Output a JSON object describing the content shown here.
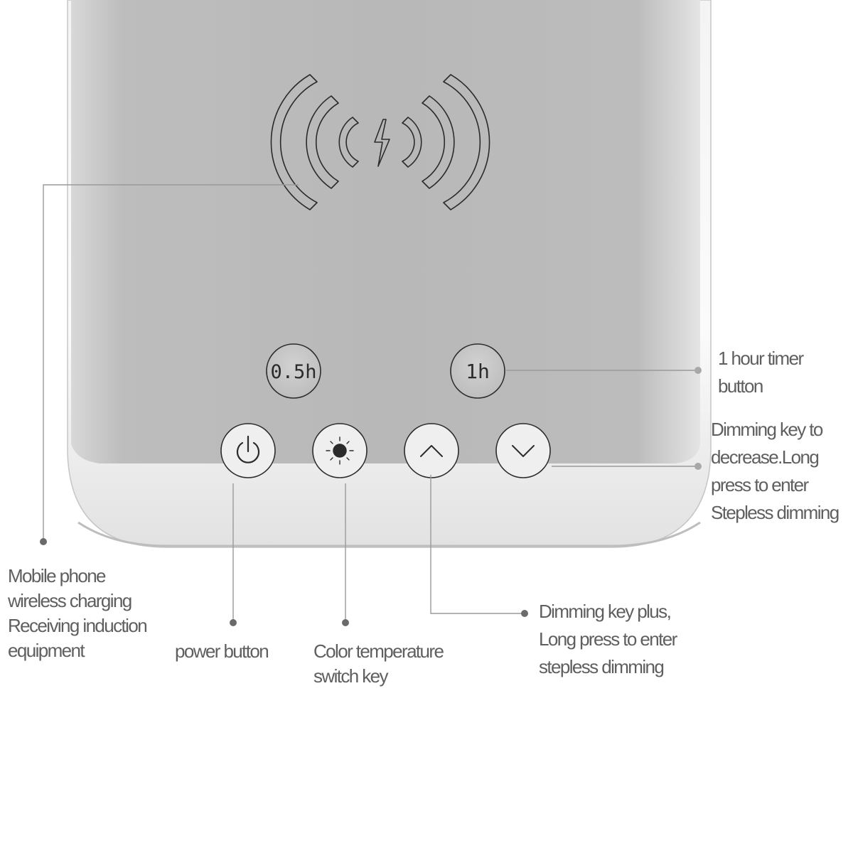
{
  "device": {
    "timer_buttons": [
      {
        "id": "half-hour",
        "text": "0.5h"
      },
      {
        "id": "one-hour",
        "text": "1h"
      }
    ],
    "control_buttons": [
      {
        "id": "power",
        "icon": "power-icon"
      },
      {
        "id": "color-temperature",
        "icon": "sun-icon"
      },
      {
        "id": "dimming-plus",
        "icon": "chevron-up-icon"
      },
      {
        "id": "dimming-minus",
        "icon": "chevron-down-icon"
      }
    ],
    "charging_icon": "wireless-charging-icon"
  },
  "labels": {
    "wireless_charging": [
      "Mobile phone",
      "wireless charging",
      "Receiving induction",
      "equipment"
    ],
    "power_button": [
      "power button"
    ],
    "color_temperature": [
      "Color temperature",
      "switch key"
    ],
    "dimming_plus": [
      "Dimming key plus,",
      "Long press to enter",
      "stepless dimming"
    ],
    "one_hour_timer": [
      "1 hour timer",
      "button"
    ],
    "dimming_minus": [
      "Dimming key to",
      "decrease.Long",
      "press to enter",
      "Stepless dimming"
    ]
  },
  "colors": {
    "panel": "#b9b9b9",
    "leader_line": "#9a9a9a",
    "dot": "#6a6a6a",
    "label_text": "#5f5f5f"
  }
}
